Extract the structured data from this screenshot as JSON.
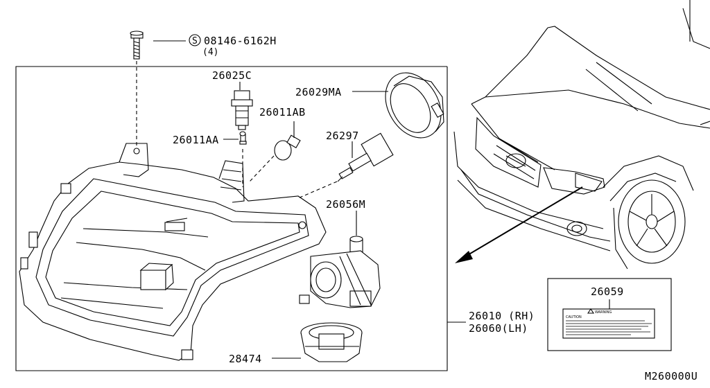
{
  "parts": {
    "screw_part": "08146-6162H",
    "screw_qty": "(4)",
    "screw_marker": "S",
    "socket_bulb": "26025C",
    "side_marker_bulb": "26011AA",
    "bulb_ab": "26011AB",
    "bulb_cap": "26029MA",
    "headlamp_bulb": "26297",
    "leveling_motor": "26056M",
    "socket_28474": "28474",
    "lamp_rh": "26010 (RH)",
    "lamp_lh": "26060(LH)",
    "caution_label": "26059"
  },
  "label_text": {
    "warning": "WARNING",
    "caution": "CAUTION"
  },
  "diagram_code": "M260000U"
}
